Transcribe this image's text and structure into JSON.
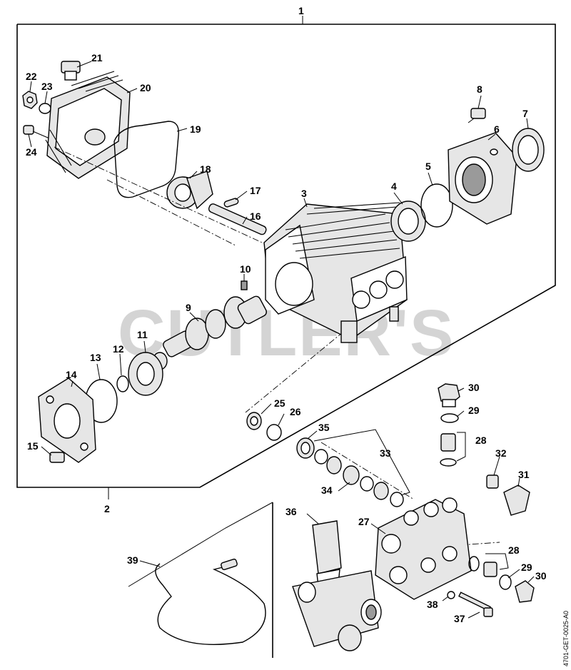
{
  "watermark": "CUTLER'S",
  "drawing_code": "4701-GET-0025-A0",
  "callouts": {
    "c1": "1",
    "c2": "2",
    "c3": "3",
    "c4": "4",
    "c5": "5",
    "c6": "6",
    "c7": "7",
    "c8": "8",
    "c9": "9",
    "c10": "10",
    "c11": "11",
    "c12": "12",
    "c13": "13",
    "c14": "14",
    "c15": "15",
    "c16": "16",
    "c17": "17",
    "c18": "18",
    "c19": "19",
    "c20": "20",
    "c21": "21",
    "c22": "22",
    "c23": "23",
    "c24": "24",
    "c25": "25",
    "c26": "26",
    "c27": "27",
    "c28a": "28",
    "c28b": "28",
    "c29a": "29",
    "c29b": "29",
    "c30a": "30",
    "c30b": "30",
    "c31": "31",
    "c32": "32",
    "c33": "33",
    "c34": "34",
    "c35": "35",
    "c36": "36",
    "c37": "37",
    "c38": "38",
    "c39": "39"
  },
  "icons": {
    "crankcase": "pump-crankcase-icon",
    "cover": "crankcase-cover-icon",
    "manifold": "valve-manifold-icon",
    "unloader": "unloader-valve-icon"
  }
}
